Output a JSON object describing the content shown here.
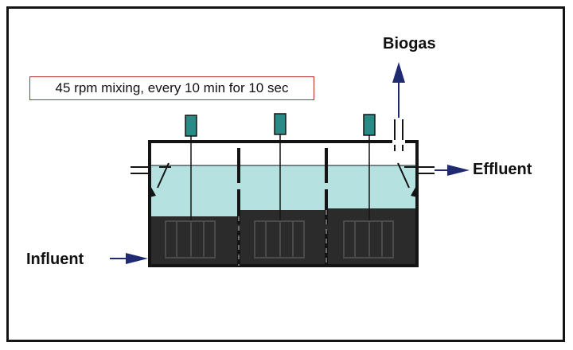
{
  "labels": {
    "mixing_note": "45 rpm mixing, every 10 min for 10 sec",
    "biogas": "Biogas",
    "effluent": "Effluent",
    "influent": "Influent"
  },
  "colors": {
    "frame": "#141414",
    "liquid": "#b5e1e1",
    "sludge": "#2b2b2b",
    "motor": "#2a8b86",
    "arrow": "#1f2a72",
    "note_border": "#c0302a"
  },
  "icons": {
    "motor": "mixer-motor-icon",
    "impeller": "impeller-paddle-icon",
    "arrow": "flow-arrow-icon"
  }
}
